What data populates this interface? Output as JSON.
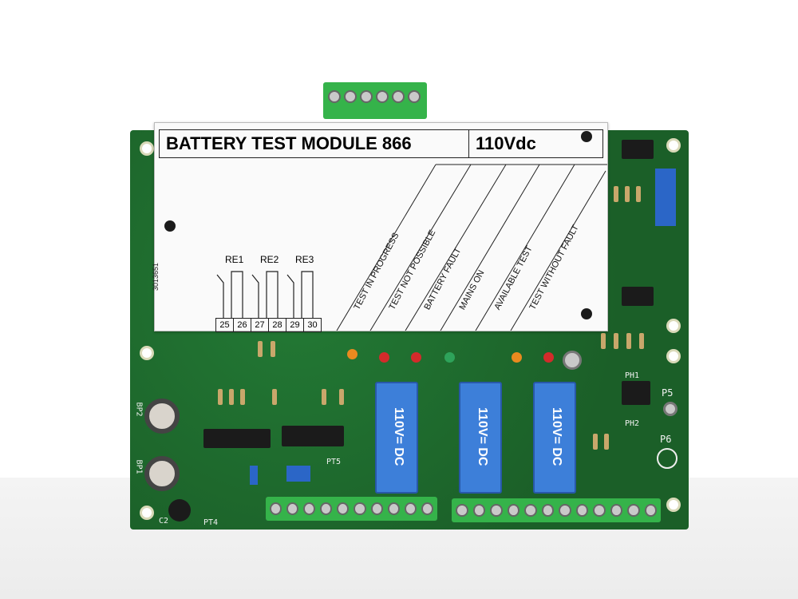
{
  "module": {
    "title": "BATTERY TEST MODULE 866",
    "voltage": "110Vdc",
    "side_code": "3013651"
  },
  "status_labels": [
    "TEST IN PROGRESS",
    "TEST NOT POSSIBLE",
    "BATTERY FAULT",
    "MAINS ON",
    "AVAILABLE TEST",
    "TEST WITHOUT FAULT"
  ],
  "relays": [
    "RE1",
    "RE2",
    "RE3"
  ],
  "pins": [
    "25",
    "26",
    "27",
    "28",
    "29",
    "30"
  ],
  "relay_rating": "110V= DC",
  "board_labels": {
    "p5": "P5",
    "p6": "P6",
    "bp1": "BP1",
    "bp2": "BP2",
    "ph1": "PH1",
    "ph2": "PH2",
    "c2": "C2",
    "pt4": "PT4",
    "pt5": "PT5"
  },
  "colors": {
    "pcb": "#1f6b2e",
    "terminal": "#35b34a",
    "relay": "#3d7fd9",
    "label": "#fafafa"
  }
}
